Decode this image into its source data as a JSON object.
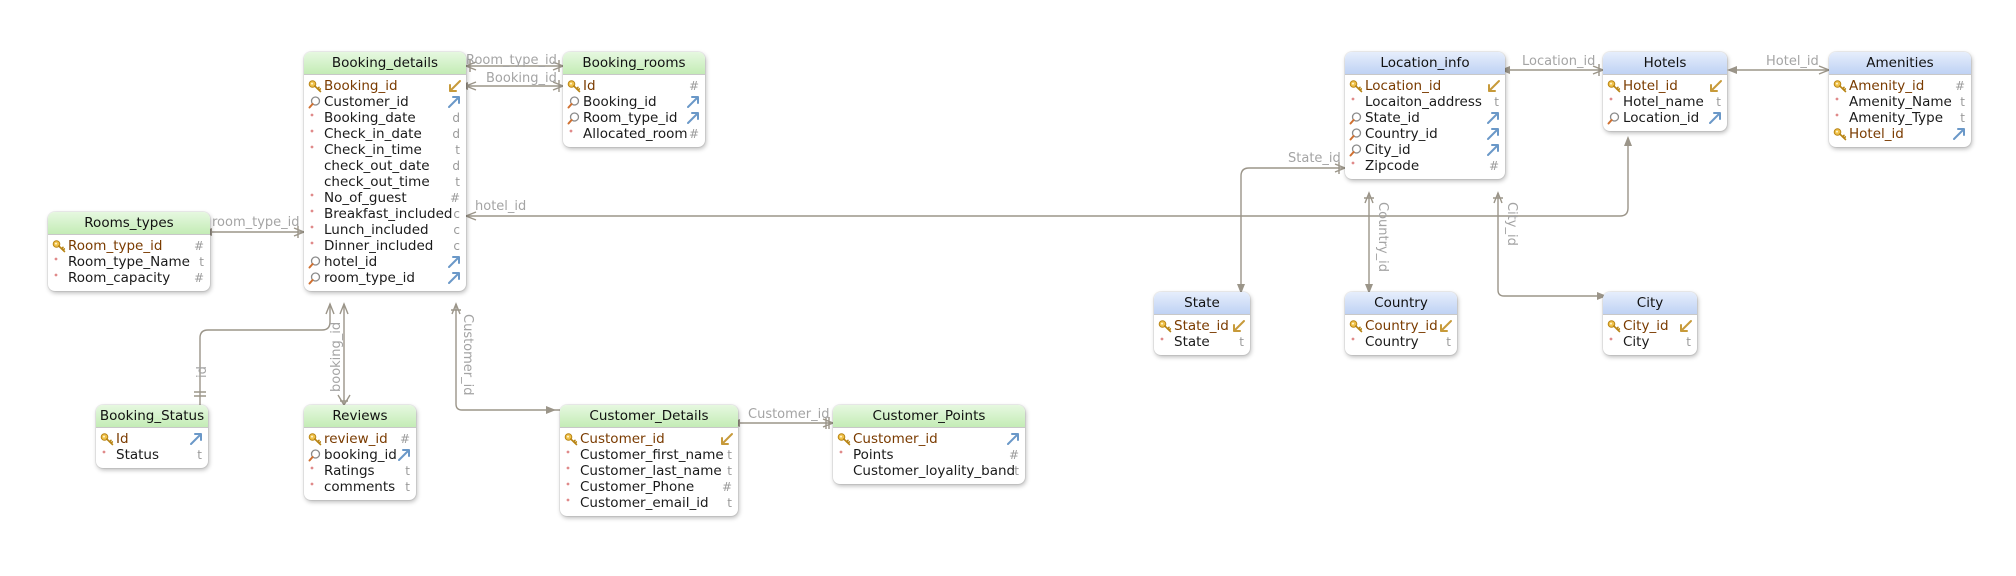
{
  "entities": {
    "booking_details": {
      "title": "Booking_details",
      "theme": "green",
      "rows": [
        {
          "name": "Booking_id",
          "key": "pk",
          "mark": "arrow-in"
        },
        {
          "name": "Customer_id",
          "key": "fk",
          "mark": "arrow-out"
        },
        {
          "name": "Booking_date",
          "key": "dot",
          "type": "d"
        },
        {
          "name": "Check_in_date",
          "key": "dot",
          "type": "d"
        },
        {
          "name": "Check_in_time",
          "key": "dot",
          "type": "t"
        },
        {
          "name": "check_out_date",
          "key": "",
          "type": "d"
        },
        {
          "name": "check_out_time",
          "key": "",
          "type": "t"
        },
        {
          "name": "No_of_guest",
          "key": "dot",
          "type": "#"
        },
        {
          "name": "Breakfast_included",
          "key": "dot",
          "type": "c"
        },
        {
          "name": "Lunch_included",
          "key": "dot",
          "type": "c"
        },
        {
          "name": "Dinner_included",
          "key": "dot",
          "type": "c"
        },
        {
          "name": "hotel_id",
          "key": "fk",
          "mark": "arrow-out"
        },
        {
          "name": "room_type_id",
          "key": "fk",
          "mark": "arrow-out"
        }
      ]
    },
    "booking_rooms": {
      "title": "Booking_rooms",
      "theme": "green",
      "rows": [
        {
          "name": "Id",
          "key": "pk",
          "type": "#"
        },
        {
          "name": "Booking_id",
          "key": "fk",
          "mark": "arrow-out"
        },
        {
          "name": "Room_type_id",
          "key": "fk",
          "mark": "arrow-out"
        },
        {
          "name": "Allocated_room",
          "key": "dot",
          "type": "#"
        }
      ]
    },
    "rooms_types": {
      "title": "Rooms_types",
      "theme": "green",
      "rows": [
        {
          "name": "Room_type_id",
          "key": "pk",
          "type": "#"
        },
        {
          "name": "Room_type_Name",
          "key": "dot",
          "type": "t"
        },
        {
          "name": "Room_capacity",
          "key": "dot",
          "type": "#"
        }
      ]
    },
    "booking_status": {
      "title": "Booking_Status",
      "theme": "green",
      "rows": [
        {
          "name": "Id",
          "key": "pk",
          "mark": "arrow-out"
        },
        {
          "name": "Status",
          "key": "dot",
          "type": "t"
        }
      ]
    },
    "reviews": {
      "title": "Reviews",
      "theme": "green",
      "rows": [
        {
          "name": "review_id",
          "key": "pk",
          "type": "#"
        },
        {
          "name": "booking_id",
          "key": "fk",
          "mark": "arrow-out"
        },
        {
          "name": "Ratings",
          "key": "dot",
          "type": "t"
        },
        {
          "name": "comments",
          "key": "dot",
          "type": "t"
        }
      ]
    },
    "customer_details": {
      "title": "Customer_Details",
      "theme": "green",
      "rows": [
        {
          "name": "Customer_id",
          "key": "pk",
          "mark": "arrow-in"
        },
        {
          "name": "Customer_first_name",
          "key": "dot",
          "type": "t"
        },
        {
          "name": "Customer_last_name",
          "key": "dot",
          "type": "t"
        },
        {
          "name": "Customer_Phone",
          "key": "dot",
          "type": "#"
        },
        {
          "name": "Customer_email_id",
          "key": "dot",
          "type": "t"
        }
      ]
    },
    "customer_points": {
      "title": "Customer_Points",
      "theme": "green",
      "rows": [
        {
          "name": "Customer_id",
          "key": "pk",
          "mark": "arrow-out"
        },
        {
          "name": "Points",
          "key": "dot",
          "type": "#"
        },
        {
          "name": "Customer_loyality_band",
          "key": "",
          "type": "t"
        }
      ]
    },
    "location_info": {
      "title": "Location_info",
      "theme": "blue",
      "rows": [
        {
          "name": "Location_id",
          "key": "pk",
          "mark": "arrow-in"
        },
        {
          "name": "Locaiton_address",
          "key": "dot",
          "type": "t"
        },
        {
          "name": "State_id",
          "key": "fk",
          "mark": "arrow-out"
        },
        {
          "name": "Country_id",
          "key": "fk",
          "mark": "arrow-out"
        },
        {
          "name": "City_id",
          "key": "fk",
          "mark": "arrow-out"
        },
        {
          "name": "Zipcode",
          "key": "dot",
          "type": "#"
        }
      ]
    },
    "hotels": {
      "title": "Hotels",
      "theme": "blue",
      "rows": [
        {
          "name": "Hotel_id",
          "key": "pk",
          "mark": "arrow-in"
        },
        {
          "name": "Hotel_name",
          "key": "dot",
          "type": "t"
        },
        {
          "name": "Location_id",
          "key": "fk",
          "mark": "arrow-out"
        }
      ]
    },
    "amenities": {
      "title": "Amenities",
      "theme": "blue",
      "rows": [
        {
          "name": "Amenity_id",
          "key": "pk",
          "type": "#"
        },
        {
          "name": "Amenity_Name",
          "key": "dot",
          "type": "t"
        },
        {
          "name": "Amenity_Type",
          "key": "dot",
          "type": "t"
        },
        {
          "name": "Hotel_id",
          "key": "pk",
          "mark": "arrow-out"
        }
      ]
    },
    "state": {
      "title": "State",
      "theme": "blue",
      "rows": [
        {
          "name": "State_id",
          "key": "pk",
          "mark": "arrow-in"
        },
        {
          "name": "State",
          "key": "dot",
          "type": "t"
        }
      ]
    },
    "country": {
      "title": "Country",
      "theme": "blue",
      "rows": [
        {
          "name": "Country_id",
          "key": "pk",
          "mark": "arrow-in"
        },
        {
          "name": "Country",
          "key": "dot",
          "type": "t"
        }
      ]
    },
    "city": {
      "title": "City",
      "theme": "blue",
      "rows": [
        {
          "name": "City_id",
          "key": "pk",
          "mark": "arrow-in"
        },
        {
          "name": "City",
          "key": "dot",
          "type": "t"
        }
      ]
    }
  },
  "relationships": {
    "booking_rooms_room_type": "Room_type_id",
    "booking_rooms_booking": "Booking_id",
    "booking_room_type": "room_type_id",
    "booking_hotel": "hotel_id",
    "booking_status": "id",
    "reviews_booking": "booking_id",
    "booking_customer": "Customer_id",
    "points_customer": "Customer_id",
    "hotels_location": "Location_id",
    "amenities_hotel": "Hotel_id",
    "location_state": "State_id",
    "location_country": "Country_id",
    "location_city": "City_id"
  },
  "colors": {
    "link": "#9b9589",
    "label": "#a4a4a4",
    "green_header": "#c4ecb6",
    "blue_header": "#bfd2f4",
    "key_icon": "#d4a21a",
    "fk_arrow": "#6a98c8",
    "pk_arrow": "#c79a3a"
  }
}
